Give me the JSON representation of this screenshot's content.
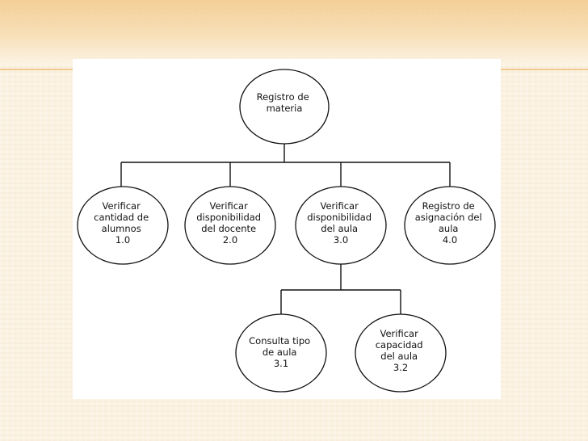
{
  "diagram": {
    "root": {
      "lines": [
        "Registro de",
        "materia"
      ]
    },
    "level1": [
      {
        "lines": [
          "Verificar",
          "cantidad de",
          "alumnos",
          "1.0"
        ]
      },
      {
        "lines": [
          "Verificar",
          "disponibilidad",
          "del docente",
          "2.0"
        ]
      },
      {
        "lines": [
          "Verificar",
          "disponibilidad",
          "del aula",
          "3.0"
        ]
      },
      {
        "lines": [
          "Registro de",
          "asignación del",
          "aula",
          "4.0"
        ]
      }
    ],
    "level2": [
      {
        "lines": [
          "Consulta tipo",
          "de aula",
          "3.1"
        ]
      },
      {
        "lines": [
          "Verificar",
          "capacidad",
          "del aula",
          "3.2"
        ]
      }
    ]
  },
  "colors": {
    "background": "#fbf2e2",
    "accent_band": "#f2c98a",
    "line": "#111111",
    "node_fill": "#ffffff"
  }
}
